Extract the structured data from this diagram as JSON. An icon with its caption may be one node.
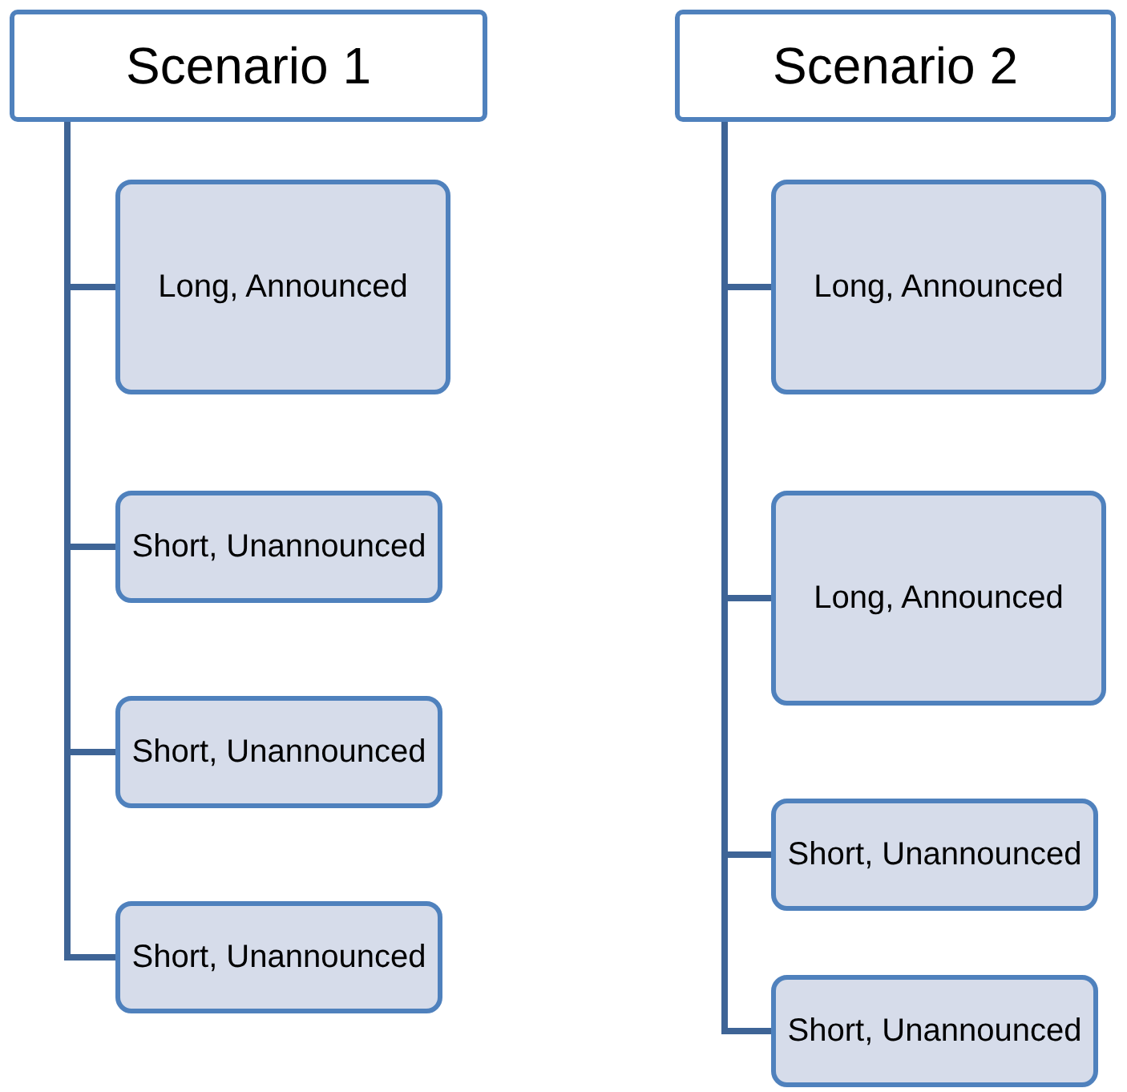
{
  "diagram": {
    "nodes": [
      {
        "text": [
          "Scenario 1"
        ]
      },
      {
        "text": [
          "Long, Announced"
        ]
      },
      {
        "text": [
          "Short, Unannounced"
        ]
      },
      {
        "text": [
          "Short, Unannounced"
        ]
      },
      {
        "text": [
          "Short, Unannounced"
        ]
      },
      {
        "text": [
          "Scenario 2"
        ]
      },
      {
        "text": [
          "Long, Announced"
        ]
      },
      {
        "text": [
          "Long, Announced"
        ]
      },
      {
        "text": [
          "Short, Unannounced"
        ]
      },
      {
        "text": [
          "Short, Unannounced"
        ]
      }
    ],
    "edges": [
      {
        "from": 0,
        "to": 1,
        "arrow": "none"
      },
      {
        "from": 0,
        "to": 2,
        "arrow": "none"
      },
      {
        "from": 0,
        "to": 3,
        "arrow": "none"
      },
      {
        "from": 0,
        "to": 4,
        "arrow": "none"
      },
      {
        "from": 5,
        "to": 6,
        "arrow": "none"
      },
      {
        "from": 5,
        "to": 7,
        "arrow": "none"
      },
      {
        "from": 5,
        "to": 8,
        "arrow": "none"
      },
      {
        "from": 5,
        "to": 9,
        "arrow": "none"
      }
    ]
  }
}
